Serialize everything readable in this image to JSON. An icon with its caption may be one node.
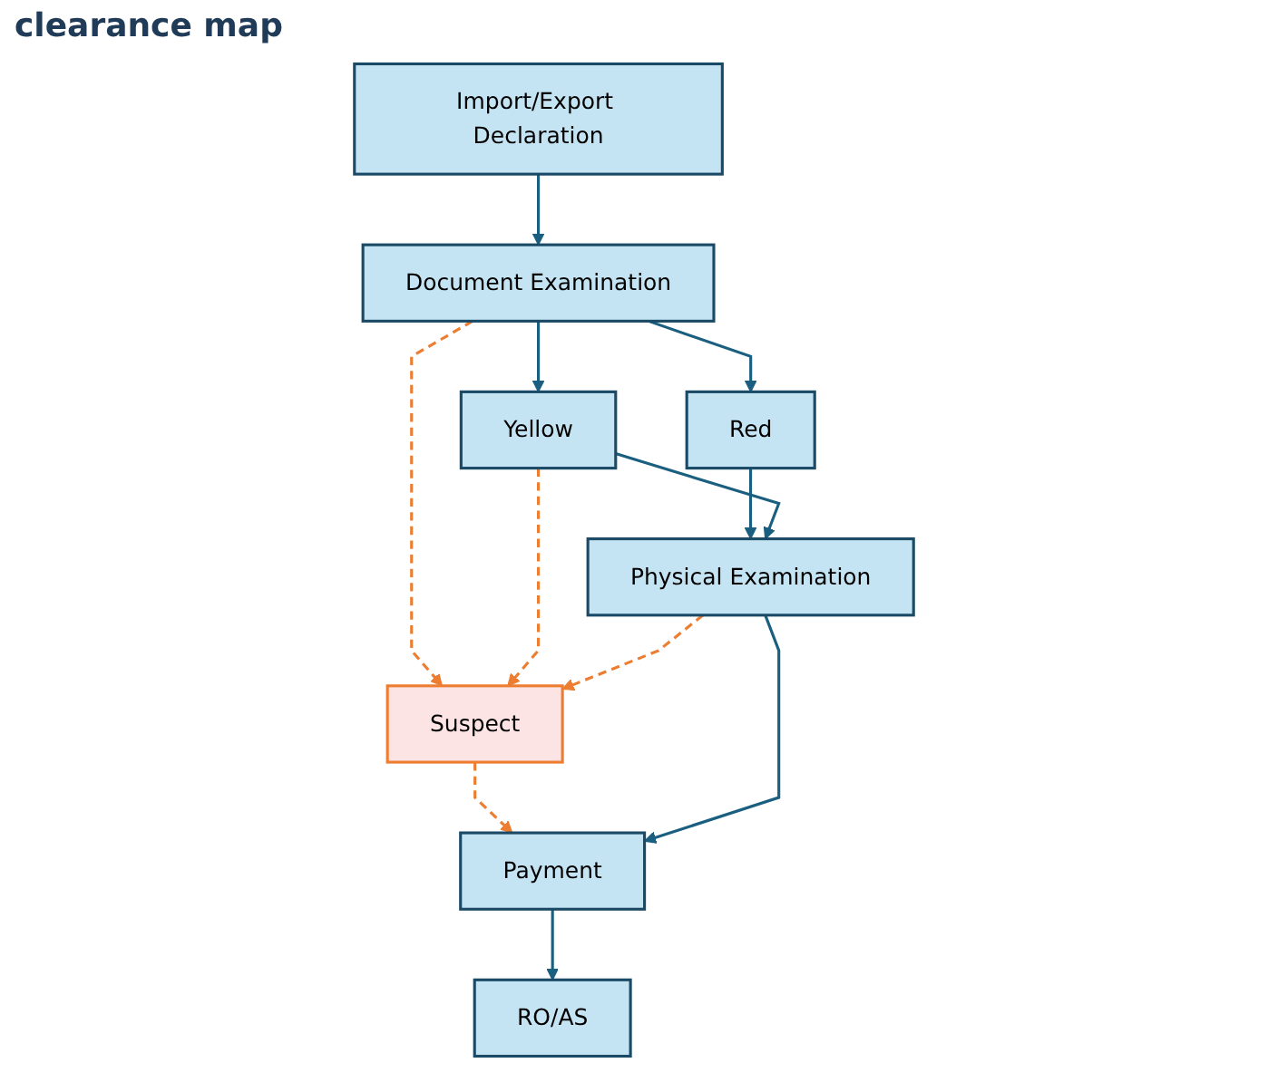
{
  "diagram": {
    "title": "clearance map",
    "nodes": [
      {
        "text": [
          "Import/Export Declaration"
        ]
      },
      {
        "text": [
          "Document Examination"
        ]
      },
      {
        "text": [
          "Yellow"
        ]
      },
      {
        "text": [
          "Red"
        ]
      },
      {
        "text": [
          "Suspect"
        ]
      },
      {
        "text": [
          "Physical Examination"
        ]
      },
      {
        "text": [
          "Payment"
        ]
      },
      {
        "text": [
          "RO/AS"
        ]
      }
    ],
    "edges": [
      {
        "from": 0,
        "to": 1,
        "arrow": "to"
      },
      {
        "from": 1,
        "to": 2,
        "arrow": "to"
      },
      {
        "from": 1,
        "to": 3,
        "arrow": "to"
      },
      {
        "from": 1,
        "to": 4,
        "arrow": "to",
        "style": "dashed",
        "color": "#ed7d31"
      },
      {
        "from": 2,
        "to": 4,
        "arrow": "to",
        "style": "dashed",
        "color": "#ed7d31"
      },
      {
        "from": 3,
        "to": 5,
        "arrow": "to"
      },
      {
        "from": 2,
        "to": 5,
        "arrow": "to"
      },
      {
        "from": 5,
        "to": 4,
        "arrow": "to",
        "style": "dashed",
        "color": "#ed7d31"
      },
      {
        "from": 4,
        "to": 6,
        "arrow": "to",
        "style": "dashed",
        "color": "#ed7d31"
      },
      {
        "from": 5,
        "to": 6,
        "arrow": "to"
      },
      {
        "from": 6,
        "to": 7,
        "arrow": "to"
      }
    ]
  }
}
